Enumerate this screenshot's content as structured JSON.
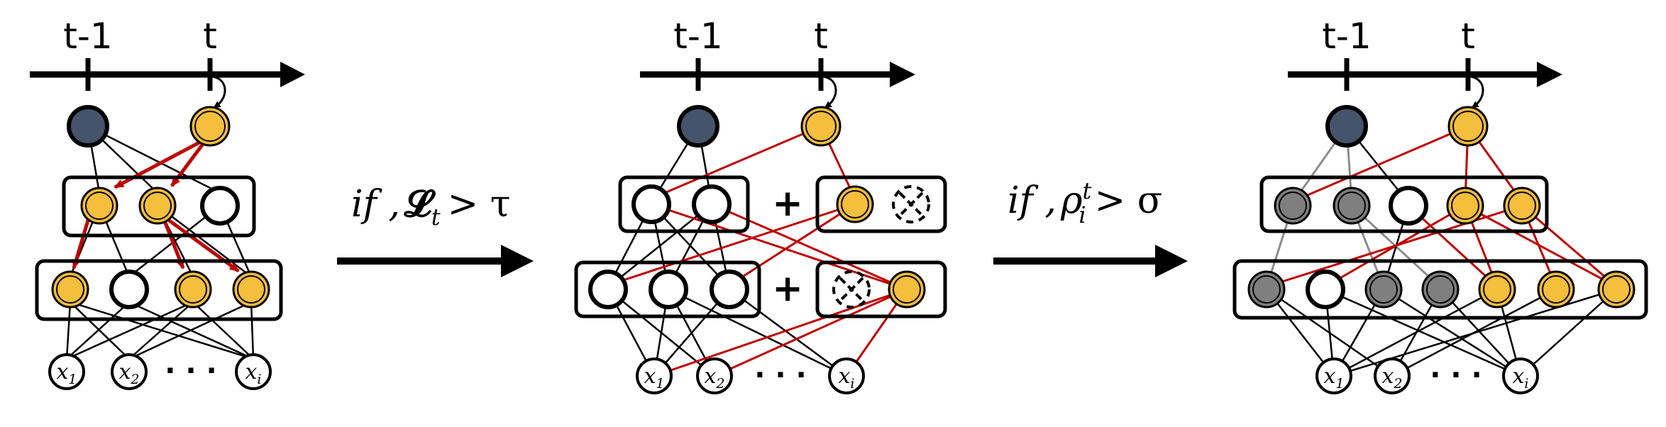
{
  "colors": {
    "active": "#F5BE3C",
    "frozen": "#44546A",
    "pruned": "#7F7F7F",
    "edge": "#000000",
    "new_edge": "#C00000",
    "gray_edge": "#8C8C8C"
  },
  "panels": [
    {
      "timeline": {
        "label_prev": "t-1",
        "label_cur": "t"
      },
      "inputs": [
        {
          "sym": "x",
          "sub": "1"
        },
        {
          "sym": "x",
          "sub": "2"
        },
        {
          "sym": "x",
          "sub": "i"
        }
      ],
      "ellipsis": "· · ·"
    },
    {
      "timeline": {
        "label_prev": "t-1",
        "label_cur": "t"
      },
      "inputs": [
        {
          "sym": "x",
          "sub": "1"
        },
        {
          "sym": "x",
          "sub": "2"
        },
        {
          "sym": "x",
          "sub": "i"
        }
      ],
      "ellipsis": "· · ·",
      "plus": "+"
    },
    {
      "timeline": {
        "label_prev": "t-1",
        "label_cur": "t"
      },
      "inputs": [
        {
          "sym": "x",
          "sub": "1"
        },
        {
          "sym": "x",
          "sub": "2"
        },
        {
          "sym": "x",
          "sub": "i"
        }
      ],
      "ellipsis": "· · ·"
    }
  ],
  "transitions": [
    {
      "prefix": "if ,",
      "symbol": "𝓛",
      "sub": "t",
      "sup": "",
      "relation": "> τ"
    },
    {
      "prefix": "if ,",
      "symbol": "ρ",
      "sub": "i",
      "sup": "t",
      "relation": "> σ"
    }
  ]
}
